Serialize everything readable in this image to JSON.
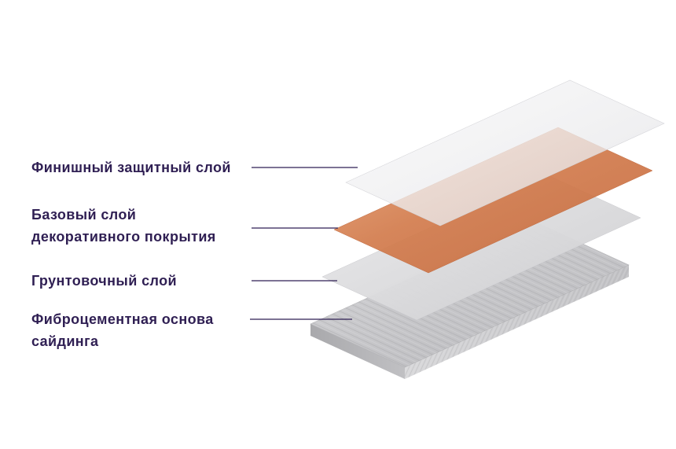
{
  "diagram": {
    "text_color": "#2f1f53",
    "leader_line_color": "#2f1f53",
    "labels": [
      {
        "id": "finish-layer",
        "lines": [
          "Финишный защитный слой"
        ]
      },
      {
        "id": "decorative-base-layer",
        "lines": [
          "Базовый слой",
          "декоративного покрытия"
        ]
      },
      {
        "id": "primer-layer",
        "lines": [
          "Грунтовочный слой"
        ]
      },
      {
        "id": "fiber-cement-base",
        "lines": [
          "Фиброцементная основа",
          "сайдинга"
        ]
      }
    ],
    "layers": [
      {
        "name": "finish-protective-layer",
        "color": "#ececee"
      },
      {
        "name": "decorative-coating-base-layer",
        "color": "#cf7a4e"
      },
      {
        "name": "primer-layer",
        "color": "#d9d9db"
      },
      {
        "name": "fiber-cement-base",
        "color": "#c4c4c6"
      }
    ]
  }
}
